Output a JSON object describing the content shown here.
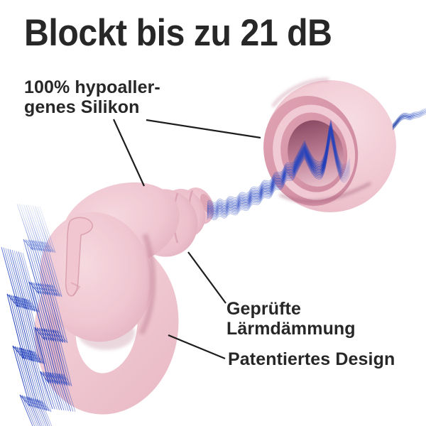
{
  "title": {
    "text": "Blockt bis zu 21 dB"
  },
  "callouts": {
    "silicone": {
      "line1": "100% hypoaller-",
      "line2": "genes Silikon"
    },
    "noise": {
      "line1": "Geprüfte",
      "line2": "Lärmdämmung"
    },
    "design": {
      "label": "Patentiertes Design"
    }
  },
  "colors": {
    "background": "#ffffff",
    "text": "#272727",
    "callout_line": "#1d1d1d",
    "pink_light": "#f6dce3",
    "pink_base": "#f0c8d2",
    "pink_shadow": "#d79fae",
    "pink_deep": "#8d4f66",
    "blue_light": "#9db0e6",
    "blue_mid": "#3a57c6",
    "blue_dark": "#1e3cb8"
  },
  "illustration": {
    "left_figure": "earplug-side-view",
    "right_figure": "earplug-front-view",
    "effect": "sound-waves-dampened"
  }
}
